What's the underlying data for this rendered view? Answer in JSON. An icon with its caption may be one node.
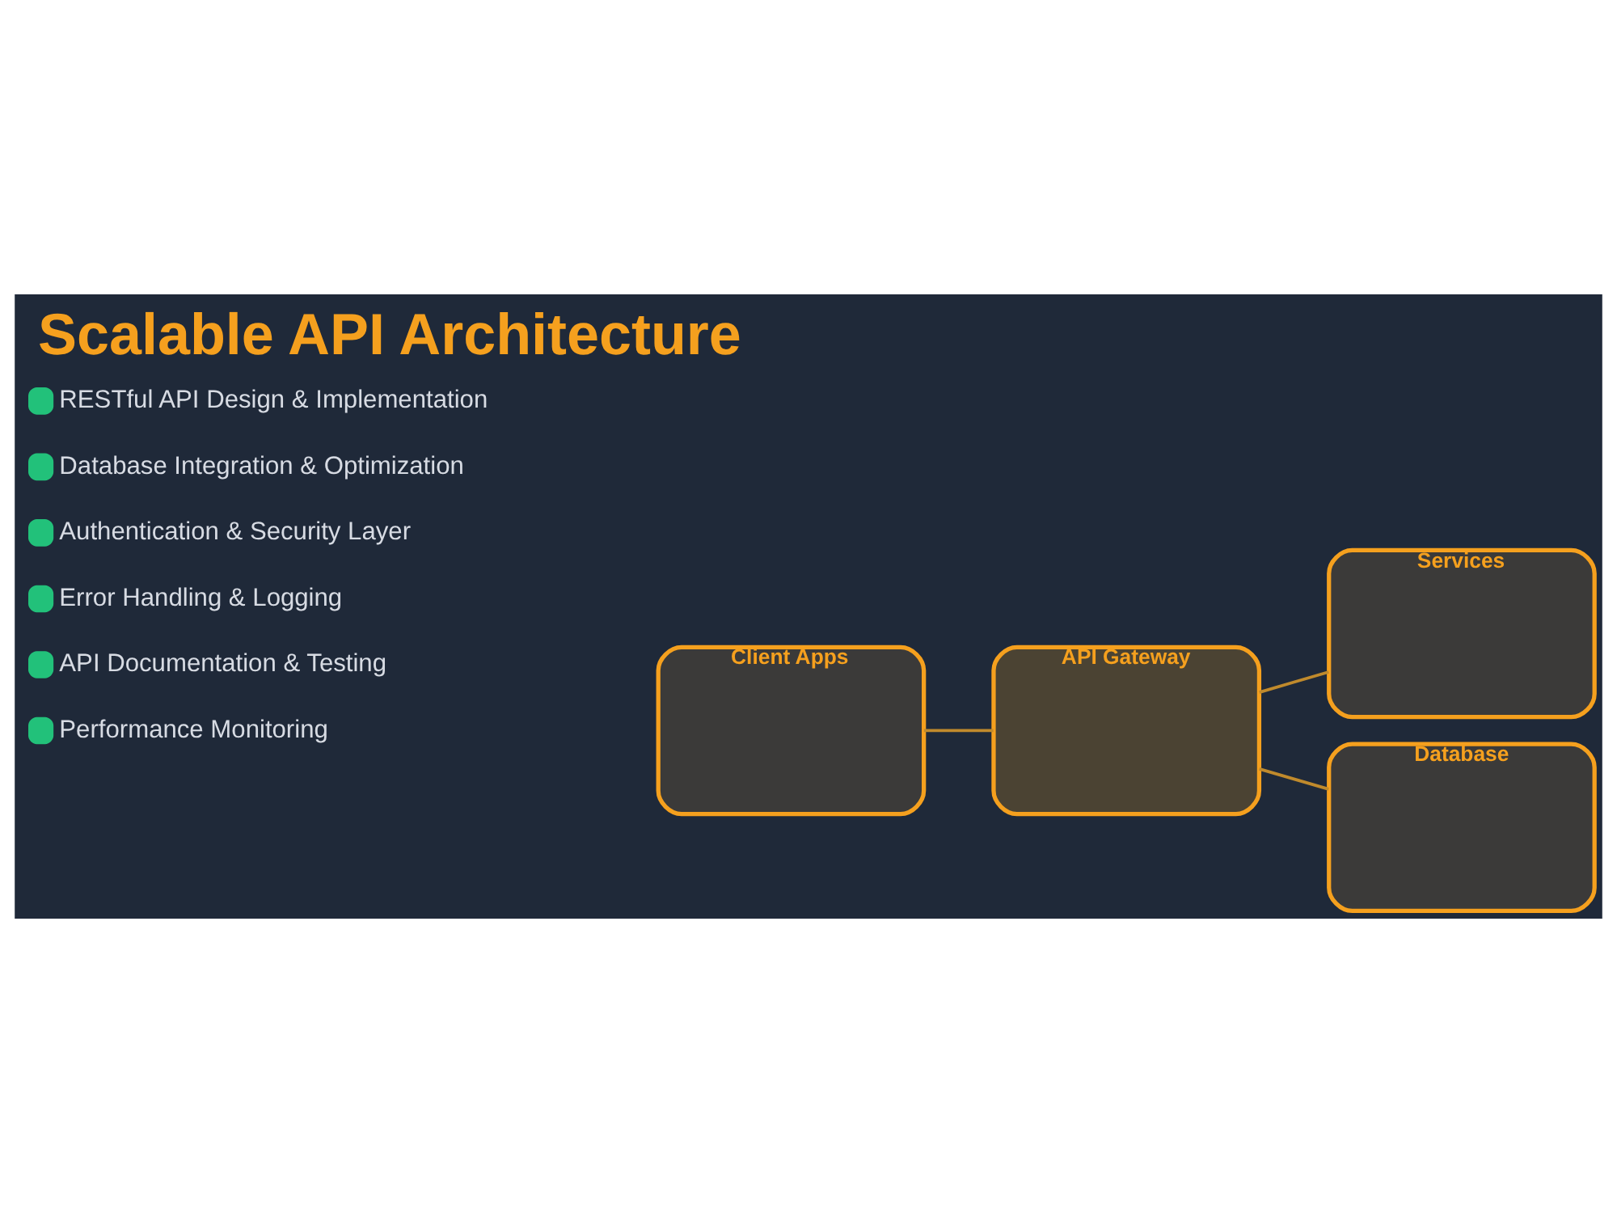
{
  "diagram": {
    "title": "Scalable API Architecture",
    "nodes": [
      {
        "text": [
          "Client Apps"
        ]
      },
      {
        "text": [
          "Services"
        ]
      },
      {
        "text": [
          "API Gateway"
        ]
      },
      {
        "text": [
          "Database"
        ]
      }
    ],
    "edges": [
      {
        "from": 0,
        "to": 2,
        "arrow": "none"
      },
      {
        "from": 2,
        "to": 1,
        "arrow": "none"
      },
      {
        "from": 2,
        "to": 3,
        "arrow": "none"
      }
    ],
    "labels": [
      "RESTful API Design & Implementation",
      "Database Integration & Optimization",
      "Authentication & Security Layer",
      "Error Handling & Logging",
      "API Documentation & Testing",
      "Performance Monitoring"
    ]
  }
}
